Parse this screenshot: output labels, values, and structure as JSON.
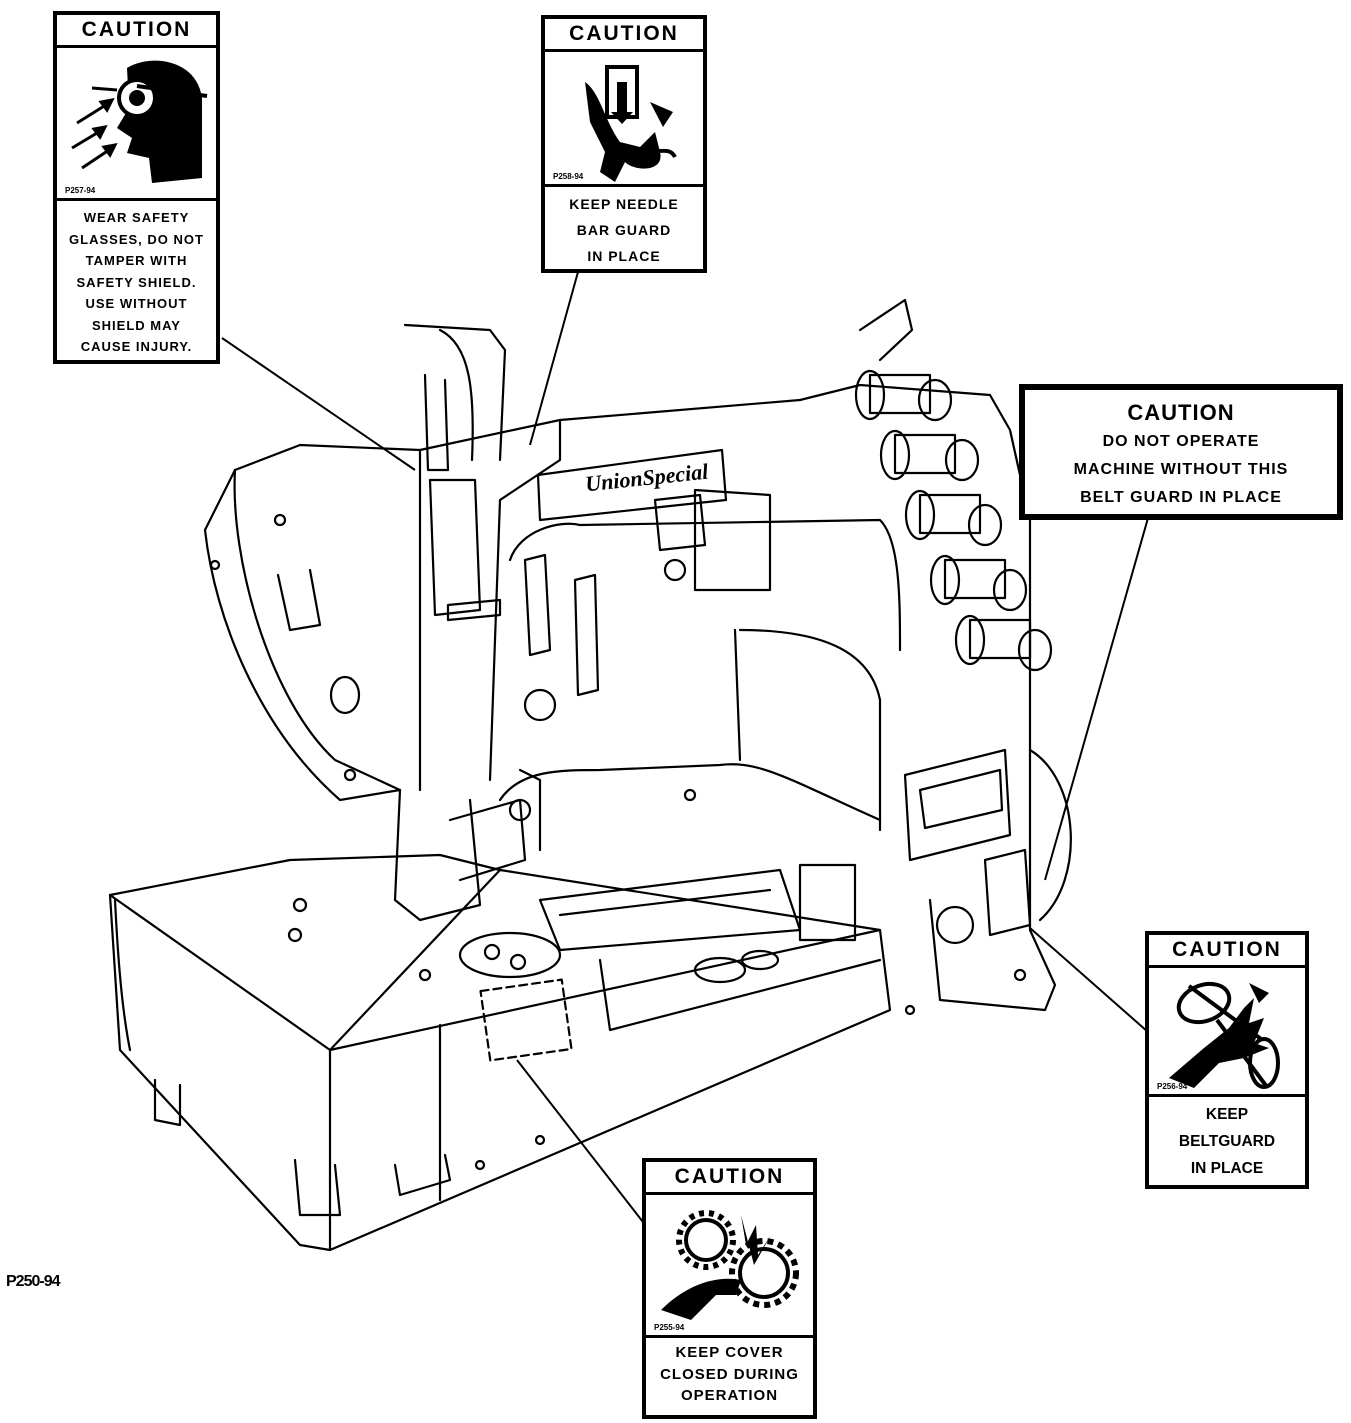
{
  "figure_code": "P250-94",
  "brand_plate": "UnionSpecial",
  "labels": {
    "glasses": {
      "header": "CAUTION",
      "code": "P257-94",
      "lines": [
        "WEAR SAFETY",
        "GLASSES, DO NOT",
        "TAMPER WITH",
        "SAFETY SHIELD.",
        "USE WITHOUT",
        "SHIELD MAY",
        "CAUSE INJURY."
      ]
    },
    "needle": {
      "header": "CAUTION",
      "code": "P258-94",
      "lines": [
        "KEEP NEEDLE",
        "BAR GUARD",
        "IN PLACE"
      ]
    },
    "belt_operate": {
      "header": "CAUTION",
      "lines": [
        "DO NOT OPERATE",
        "MACHINE WITHOUT THIS",
        "BELT GUARD IN PLACE"
      ]
    },
    "beltguard": {
      "header": "CAUTION",
      "code": "P256-94",
      "lines": [
        "KEEP",
        "BELTGUARD",
        "IN PLACE"
      ]
    },
    "cover": {
      "header": "CAUTION",
      "code": "P255-94",
      "lines": [
        "KEEP COVER",
        "CLOSED DURING",
        "OPERATION"
      ]
    }
  }
}
